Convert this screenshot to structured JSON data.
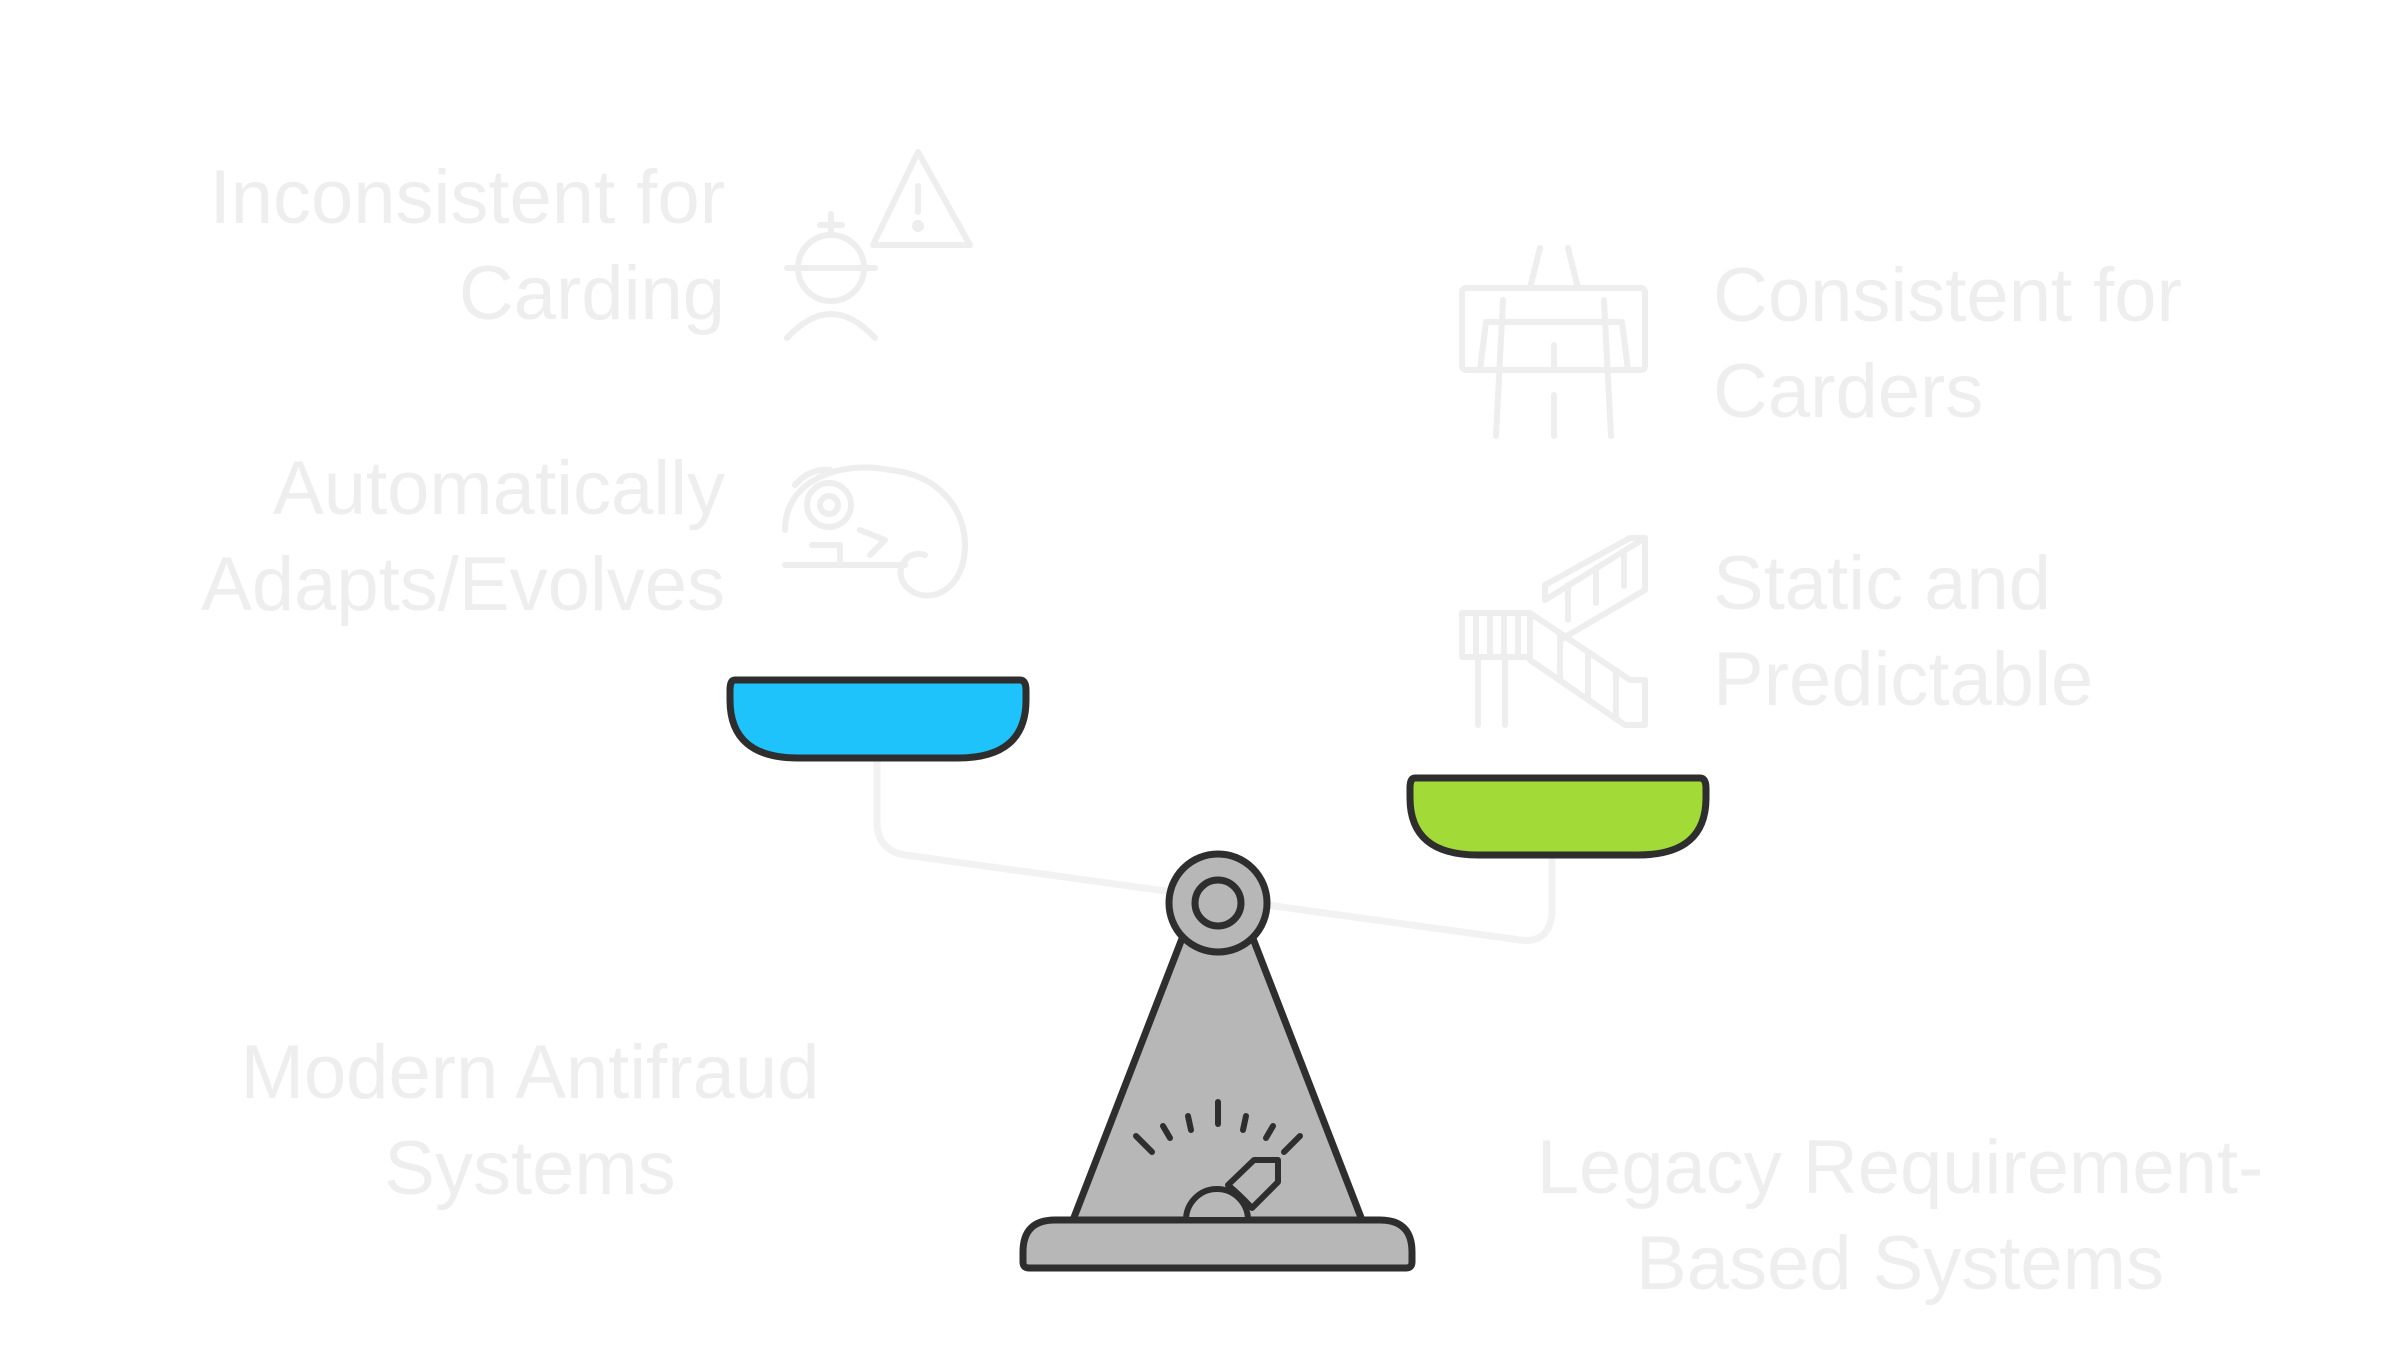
{
  "left_side": {
    "title_lines": [
      "Modern Antifraud",
      "Systems"
    ],
    "traits": [
      {
        "lines": [
          "Inconsistent for",
          "Carding"
        ],
        "icon": "stressed-person-warning-icon"
      },
      {
        "lines": [
          "Automatically",
          "Adapts/Evolves"
        ],
        "icon": "chameleon-icon"
      }
    ],
    "pan_color": "#1ec3fb"
  },
  "right_side": {
    "title_lines": [
      "Legacy Requirement-",
      "Based Systems"
    ],
    "traits": [
      {
        "lines": [
          "Consistent for",
          "Carders"
        ],
        "icon": "road-bridge-icon"
      },
      {
        "lines": [
          "Static and",
          "Predictable"
        ],
        "icon": "escalator-icon"
      }
    ],
    "pan_color": "#a2da37"
  },
  "colors": {
    "outline": "#2e2e2e",
    "scale_body": "#b7b7b7",
    "beam": "#f2f2f2",
    "faded": "#eeeeee"
  }
}
